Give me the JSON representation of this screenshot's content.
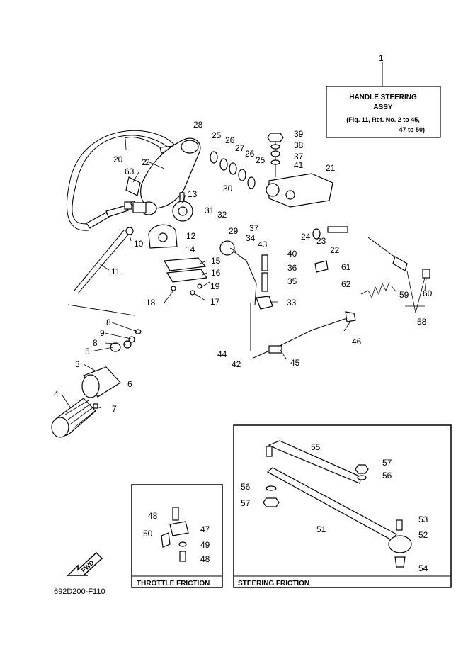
{
  "title_box": {
    "number": "1",
    "line1": "HANDLE STEERING",
    "line2": "ASSY",
    "line3": "(Fig. 11, Ref. No. 2 to 45,",
    "line4": "47 to 50)"
  },
  "frames": {
    "throttle_friction": "THROTTLE FRICTION",
    "steering_friction": "STEERING FRICTION"
  },
  "fwd_label": "FWD",
  "diagram_code": "692D200-F110",
  "labels": [
    "2",
    "3",
    "4",
    "5",
    "6",
    "7",
    "8",
    "8",
    "9",
    "10",
    "11",
    "12",
    "13",
    "14",
    "15",
    "16",
    "17",
    "18",
    "19",
    "20",
    "21",
    "22",
    "23",
    "24",
    "25",
    "25",
    "26",
    "26",
    "27",
    "28",
    "29",
    "30",
    "31",
    "32",
    "33",
    "34",
    "35",
    "36",
    "37",
    "37",
    "38",
    "39",
    "40",
    "41",
    "42",
    "43",
    "44",
    "45",
    "46",
    "47",
    "48",
    "48",
    "49",
    "50",
    "51",
    "52",
    "53",
    "54",
    "55",
    "56",
    "56",
    "57",
    "57",
    "58",
    "59",
    "60",
    "61",
    "62",
    "63"
  ]
}
